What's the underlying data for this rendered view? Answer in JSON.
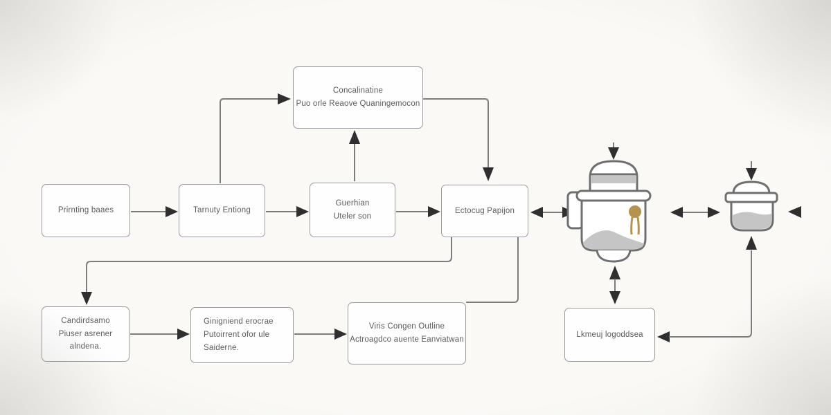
{
  "diagram": {
    "nodes": {
      "top": {
        "line1": "Concalinatine",
        "line2": "Puo orle Reaove Quaningemocon"
      },
      "step1": {
        "line1": "Prirnting baaes"
      },
      "step2": {
        "line1": "Tarnuty Entiong"
      },
      "step3": {
        "line1": "Guerhian",
        "line2": "Uteler son"
      },
      "step4": {
        "line1": "Ectocug Papijon"
      },
      "bottom1": {
        "line1": "Candirdsamo",
        "line2": "Piuser asrener",
        "line3": "alndena."
      },
      "bottom2": {
        "line1": "Ginigniend erocrae",
        "line2": "Putoirrent ofor ule",
        "line3": "Saiderne."
      },
      "bottom3": {
        "line1": "Viris Congen Outline",
        "line2": "Actroagdco auente Eanviatwan"
      },
      "right": {
        "line1": "Lkmeuj logoddsea"
      }
    },
    "icons": {
      "canister": "canister-jar-icon",
      "pot": "pot-container-icon"
    },
    "colors": {
      "background": "#faf9f6",
      "box_fill": "#fefefe",
      "box_border": "#9a9a9a",
      "text": "#5c5c5c",
      "line": "#7d7d7d",
      "arrowhead": "#2f2f2f",
      "outline": "#6f6f6f",
      "gray_fill": "#c5c5c5",
      "gold": "#b5924e"
    }
  }
}
